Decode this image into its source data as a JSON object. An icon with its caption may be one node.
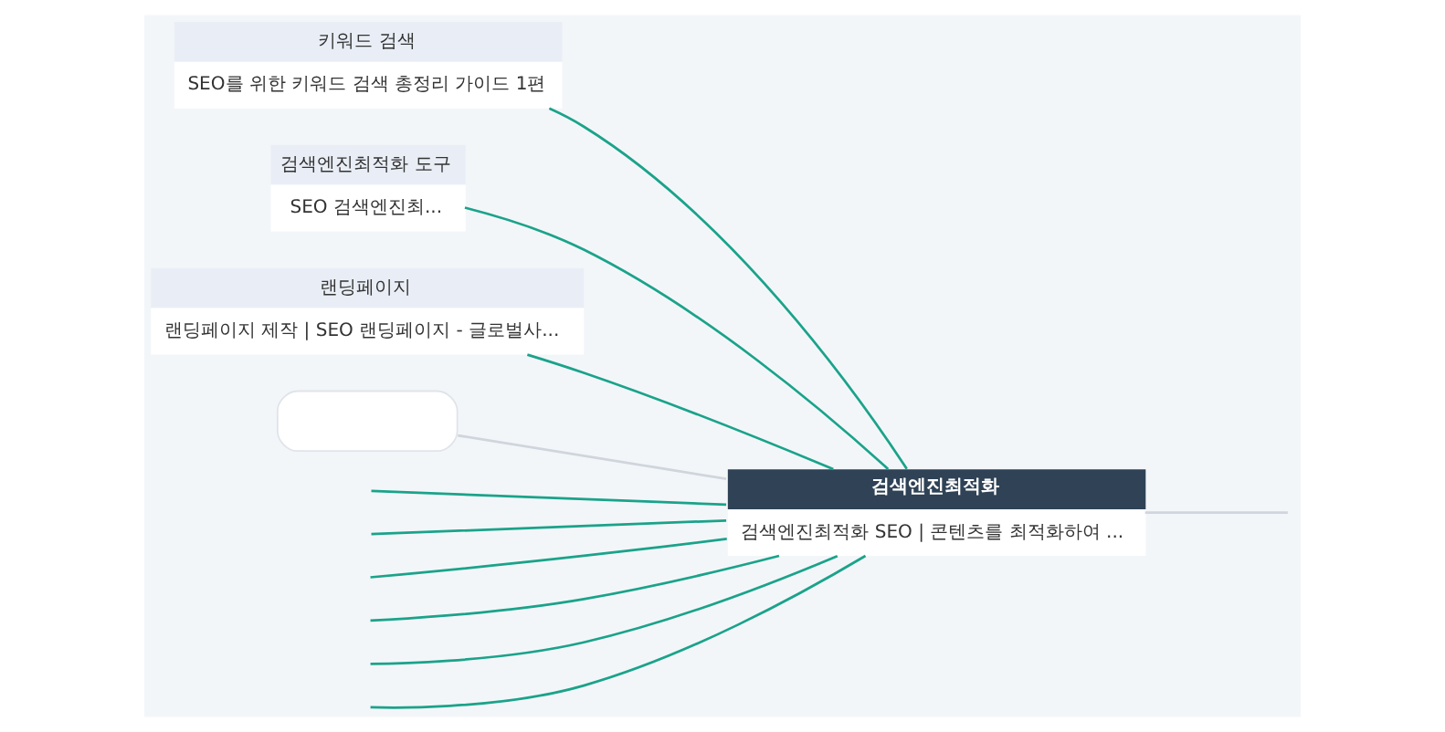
{
  "diagram": {
    "nodes": [
      {
        "text": [
          "키워드 검색",
          "SEO를 위한 키워드 검색 총정리 가이드 1편"
        ]
      },
      {
        "text": [
          "검색엔진최적화 도구",
          "SEO 검색엔진최..."
        ]
      },
      {
        "text": [
          "랜딩페이지",
          "랜딩페이지 제작 | SEO 랜딩페이지 - 글로벌사..."
        ]
      },
      {
        "text": [
          "검색엔진최적화",
          "검색엔진최적화 SEO | 콘텐츠를 최적화하여 ..."
        ]
      },
      {
        "text": [],
        "shape": "box"
      }
    ],
    "edges": [
      {
        "from": 3,
        "to": 0,
        "arrow": "none"
      },
      {
        "from": 3,
        "to": 1,
        "arrow": "none"
      },
      {
        "from": 3,
        "to": 2,
        "arrow": "none"
      },
      {
        "from": 3,
        "to": null,
        "arrow": "none"
      },
      {
        "from": 3,
        "to": null,
        "arrow": "none"
      },
      {
        "from": 3,
        "to": null,
        "arrow": "none"
      },
      {
        "from": 3,
        "to": null,
        "arrow": "none"
      },
      {
        "from": 3,
        "to": null,
        "arrow": "none"
      },
      {
        "from": 3,
        "to": null,
        "arrow": "none"
      },
      {
        "from": null,
        "to": 3,
        "arrow": "none",
        "color": "#d0d5dd"
      },
      {
        "from": 3,
        "to": 4,
        "arrow": "none",
        "color": "#d0d5dd"
      }
    ]
  }
}
